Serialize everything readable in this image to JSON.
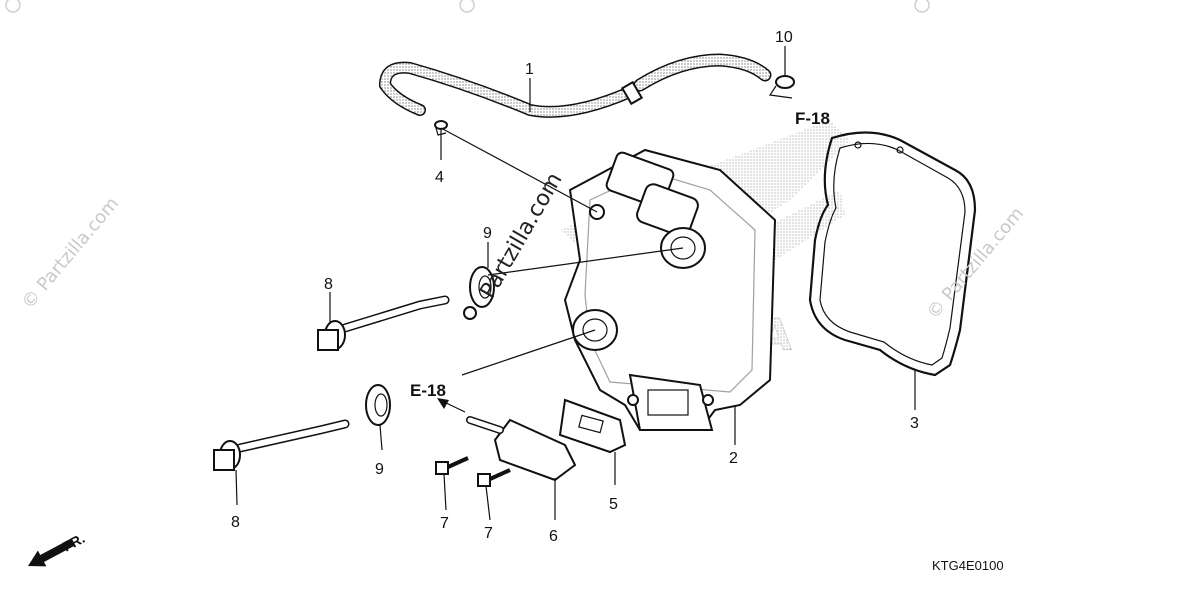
{
  "callouts": {
    "p1": "1",
    "p2": "2",
    "p3": "3",
    "p4": "4",
    "p5": "5",
    "p6": "6",
    "p7a": "7",
    "p7b": "7",
    "p8a": "8",
    "p8b": "8",
    "p9a": "9",
    "p9b": "9",
    "p10": "10"
  },
  "refs": {
    "f18": "F-18",
    "e18": "E-18",
    "front": "FR."
  },
  "diagram_code": "KTG4E0100",
  "watermarks": {
    "left": "© Partzilla.com",
    "center": "Partzilla.com",
    "right": "© Partzilla.com"
  },
  "icons": {
    "front_arrow": "front-arrow-icon",
    "copyright_marks": "copyright-icon"
  },
  "colors": {
    "ink": "#111111",
    "watermark": "#c9c9c9",
    "background": "#ffffff"
  }
}
